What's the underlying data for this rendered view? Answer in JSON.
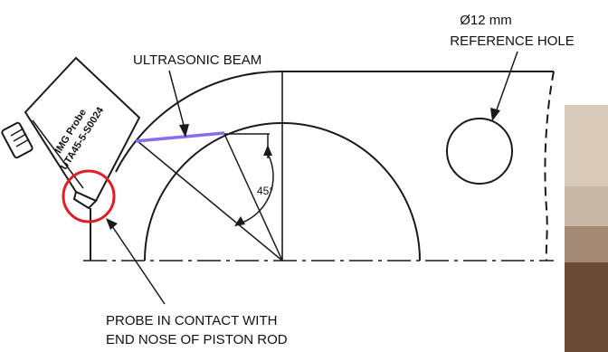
{
  "labels": {
    "beam": "ULTRASONIC BEAM",
    "hole_dim": "Ø12 mm",
    "hole_title": "REFERENCE HOLE",
    "angle": "45°",
    "contact_line1": "PROBE IN CONTACT WITH",
    "contact_line2": "END NOSE OF PISTON ROD"
  },
  "probe": {
    "line1": "IMG Probe",
    "line2": "UTA45-5-S0024"
  },
  "colors": {
    "beam": "#8a6cf0",
    "contact_circle": "#e01e26",
    "lines": "#1a1a1a"
  }
}
